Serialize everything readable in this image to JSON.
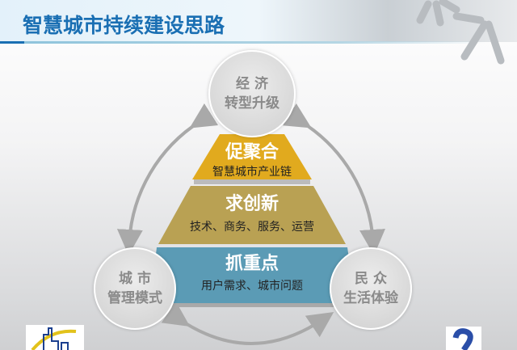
{
  "title": "智慧城市持续建设思路",
  "circles": {
    "top": {
      "line1": "经 济",
      "line2": "转型升级"
    },
    "left": {
      "line1": "城 市",
      "line2": "管理模式"
    },
    "right": {
      "line1": "民 众",
      "line2": "生活体验"
    }
  },
  "pyramid": [
    {
      "heading": "促聚合",
      "sub": "智慧城市产业链",
      "color": "#e1aa1e"
    },
    {
      "heading": "求创新",
      "sub": "技术、商务、服务、运营",
      "color": "#b9a153"
    },
    {
      "heading": "抓重点",
      "sub": "用户需求、城市问题",
      "color": "#5b9bb5"
    }
  ]
}
